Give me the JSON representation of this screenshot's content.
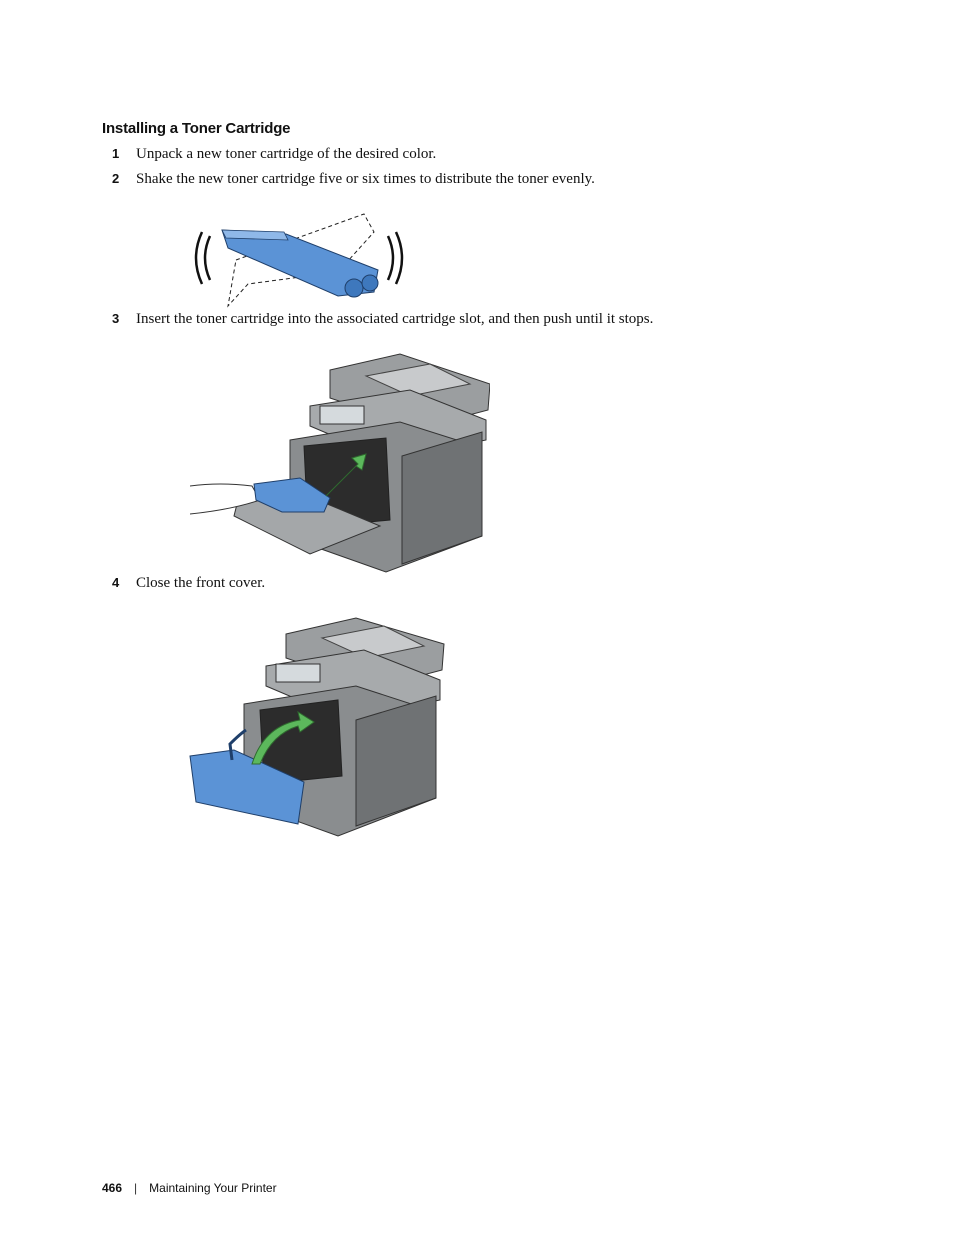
{
  "section": {
    "title": "Installing a Toner Cartridge"
  },
  "steps": [
    {
      "num": "1",
      "text": "Unpack a new toner cartridge of the desired color."
    },
    {
      "num": "2",
      "text": "Shake the new toner cartridge five or six times to distribute the toner evenly."
    },
    {
      "num": "3",
      "text": "Insert the toner cartridge into the associated cartridge slot, and then push until it stops."
    },
    {
      "num": "4",
      "text": "Close the front cover."
    }
  ],
  "footer": {
    "page_number": "466",
    "separator": "|",
    "chapter": "Maintaining Your Printer"
  },
  "colors": {
    "accent_blue": "#5b93d6",
    "arrow_green": "#5cb85c",
    "printer_gray": "#8a8d8f"
  }
}
